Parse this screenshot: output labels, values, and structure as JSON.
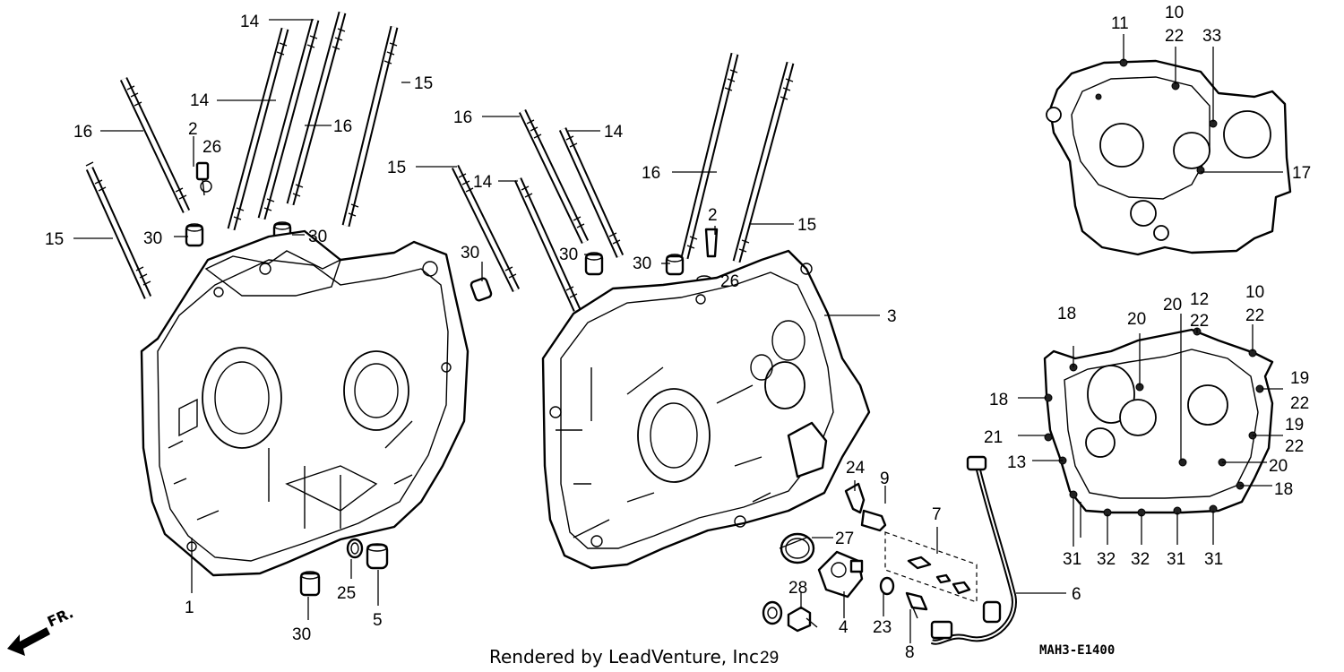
{
  "diagram": {
    "title": "",
    "credit": "Rendered by LeadVenture, Inc.",
    "diagram_code": "MAH3-E1400",
    "direction_marker": "FR.",
    "callouts": {
      "c1": "1",
      "c2a": "2",
      "c2b": "2",
      "c3": "3",
      "c4": "4",
      "c5": "5",
      "c6": "6",
      "c7": "7",
      "c8": "8",
      "c9": "9",
      "c10a": "10",
      "c10b": "10",
      "c11": "11",
      "c12": "12",
      "c13": "13",
      "c14a": "14",
      "c14b": "14",
      "c14c": "14",
      "c14d": "14",
      "c15a": "15",
      "c15b": "15",
      "c15c": "15",
      "c15d": "15",
      "c16a": "16",
      "c16b": "16",
      "c16c": "16",
      "c16d": "16",
      "c17": "17",
      "c18a": "18",
      "c18b": "18",
      "c18c": "18",
      "c19a": "19",
      "c19b": "19",
      "c20a": "20",
      "c20b": "20",
      "c20c": "20",
      "c21": "21",
      "c22a": "22",
      "c22b": "22",
      "c22c": "22",
      "c22d": "22",
      "c22e": "22",
      "c23": "23",
      "c24": "24",
      "c25": "25",
      "c26a": "26",
      "c26b": "26",
      "c27": "27",
      "c28": "28",
      "c29": "29",
      "c30a": "30",
      "c30b": "30",
      "c30c": "30",
      "c30d": "30",
      "c30e": "30",
      "c30f": "30",
      "c31a": "31",
      "c31b": "31",
      "c31c": "31",
      "c32a": "32",
      "c32b": "32",
      "c33": "33"
    }
  }
}
